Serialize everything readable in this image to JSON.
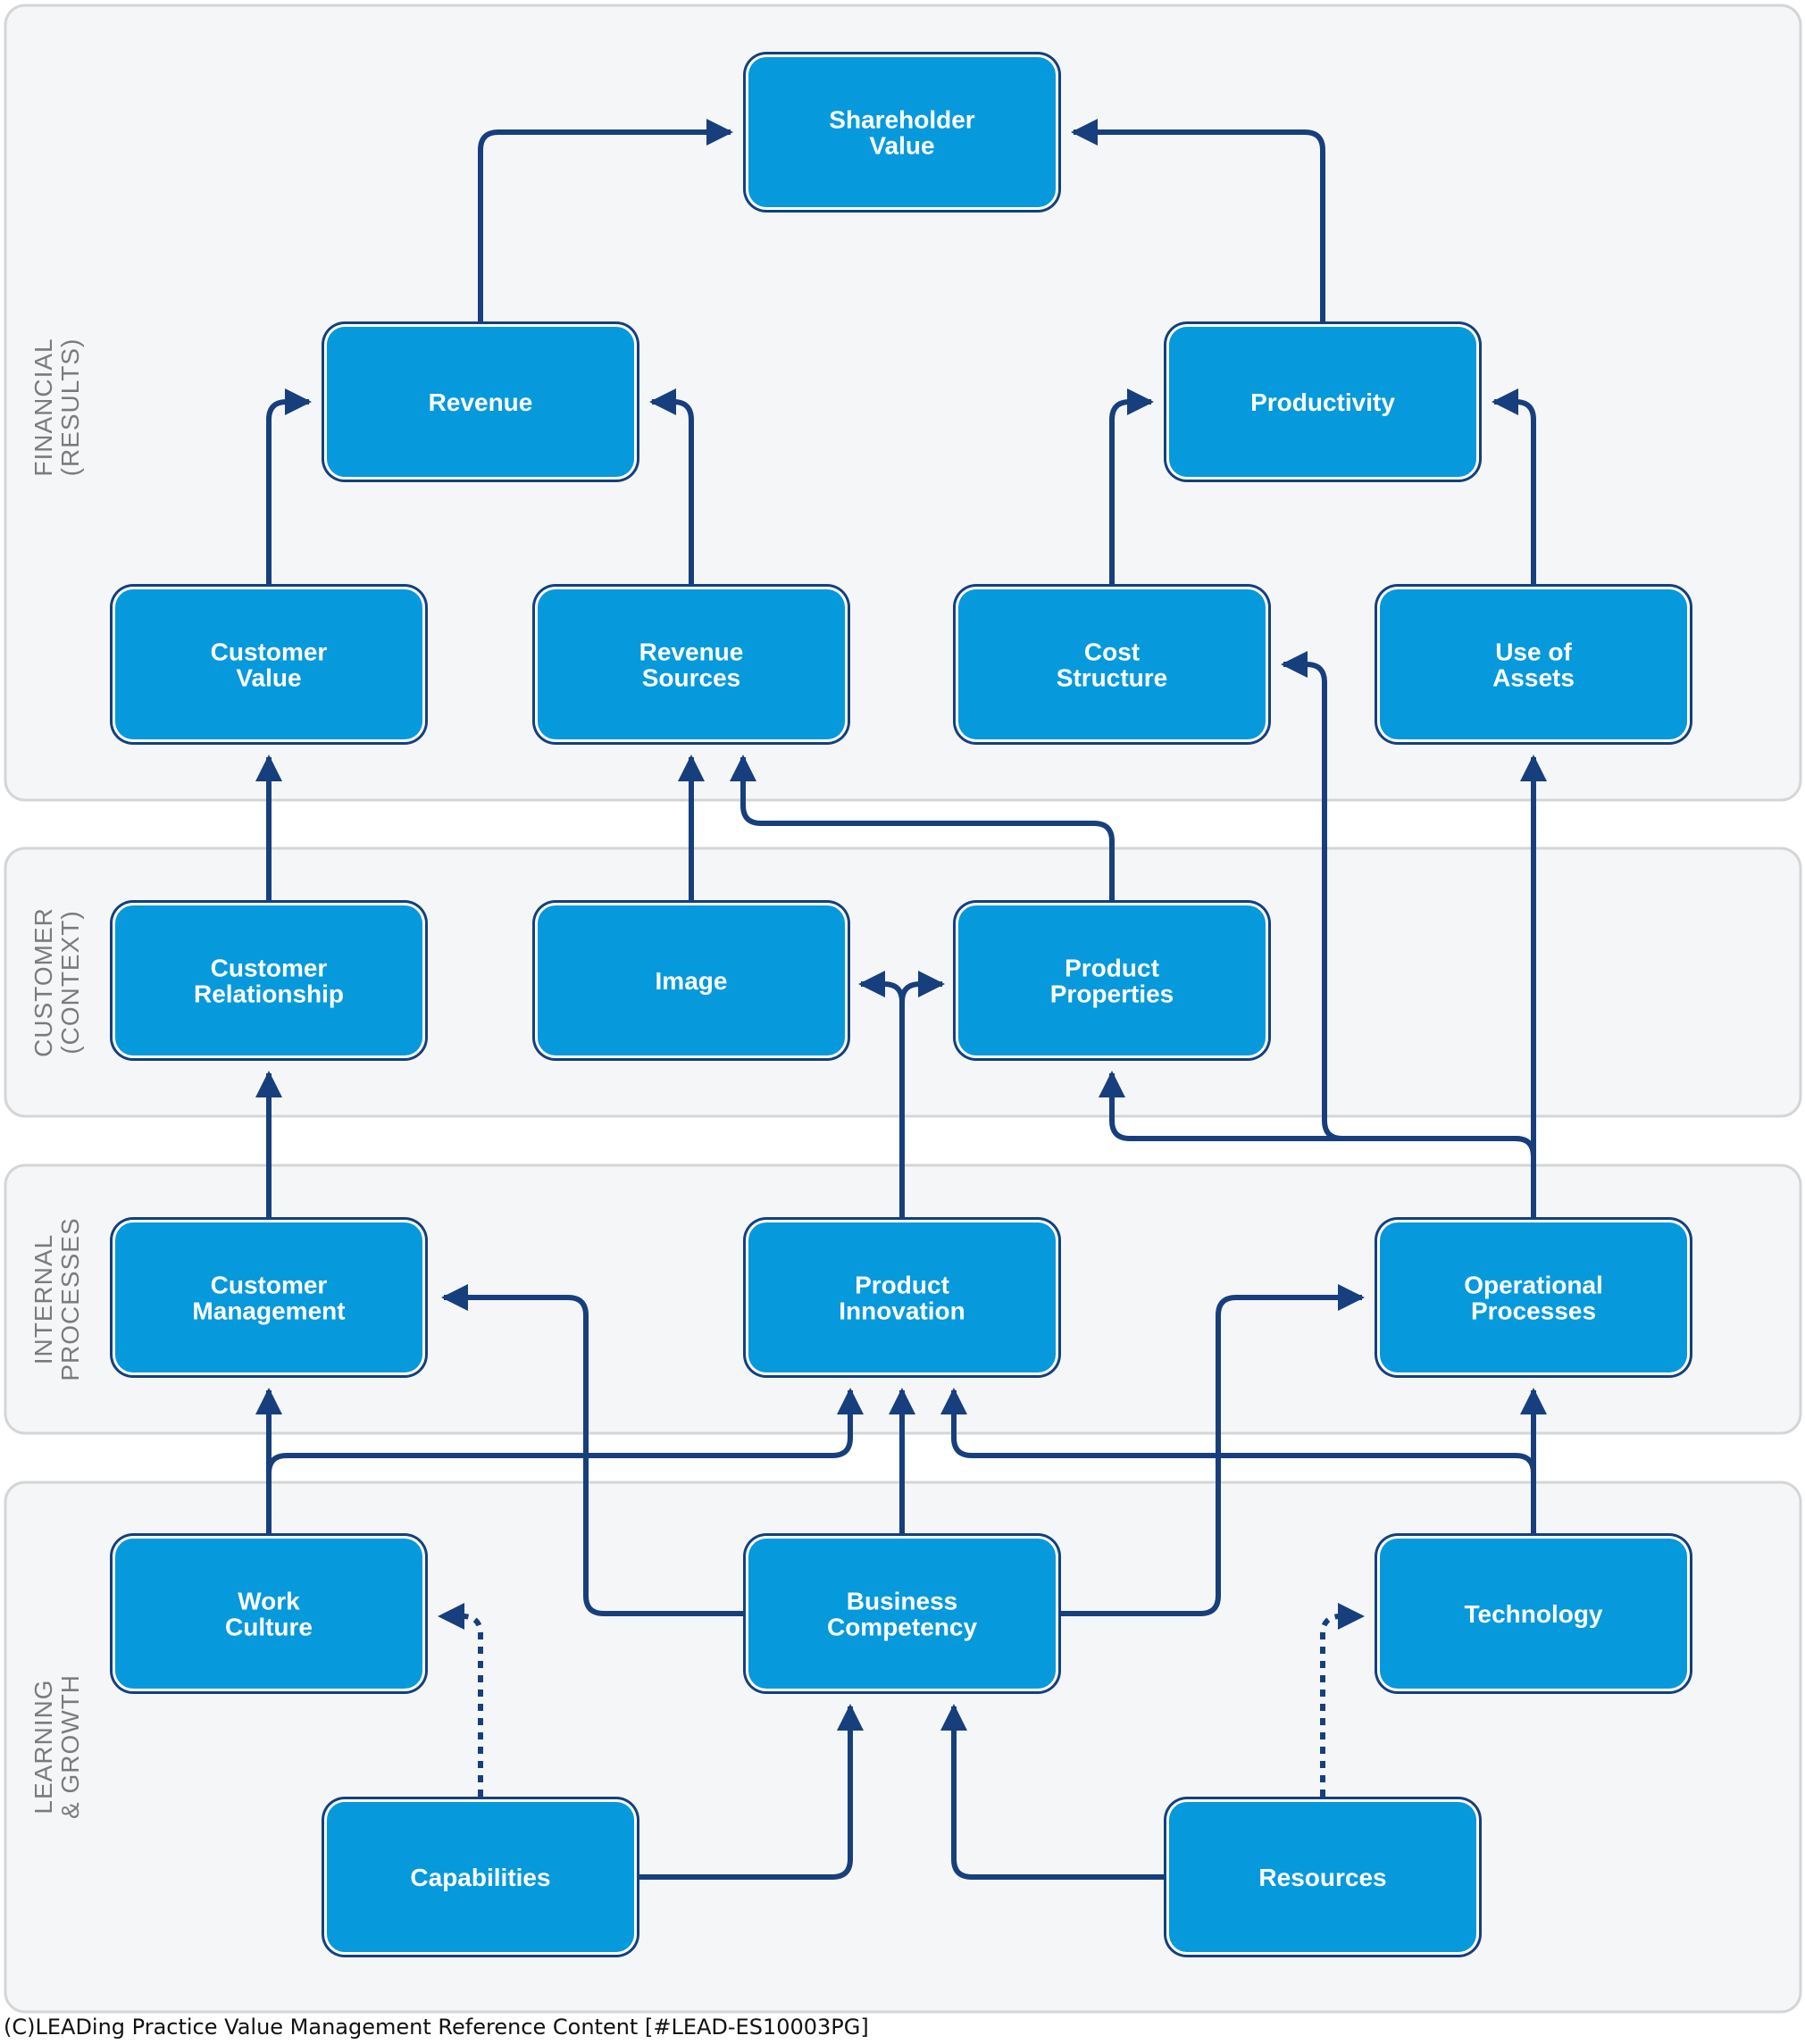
{
  "colors": {
    "box_fill": "#0699dc",
    "box_border": "#153f7d",
    "arrow": "#173f7d",
    "lane_fill": "#f5f6f7",
    "lane_border": "#d3d5d7",
    "lane_label": "#7b7b7b"
  },
  "lanes": [
    {
      "id": "financial",
      "label_line1": "FINANCIAL",
      "label_line2": "(RESULTS)"
    },
    {
      "id": "customer",
      "label_line1": "CUSTOMER",
      "label_line2": "(CONTEXT)"
    },
    {
      "id": "internal",
      "label_line1": "INTERNAL",
      "label_line2": "PROCESSES"
    },
    {
      "id": "learning",
      "label_line1": "LEARNING",
      "label_line2": "& GROWTH"
    }
  ],
  "nodes": {
    "shareholder_value": [
      "Shareholder",
      "Value"
    ],
    "revenue": [
      "Revenue"
    ],
    "productivity": [
      "Productivity"
    ],
    "customer_value": [
      "Customer",
      "Value"
    ],
    "revenue_sources": [
      "Revenue",
      "Sources"
    ],
    "cost_structure": [
      "Cost",
      "Structure"
    ],
    "use_of_assets": [
      "Use of",
      "Assets"
    ],
    "customer_relationship": [
      "Customer",
      "Relationship"
    ],
    "image": [
      "Image"
    ],
    "product_properties": [
      "Product",
      "Properties"
    ],
    "customer_management": [
      "Customer",
      "Management"
    ],
    "product_innovation": [
      "Product",
      "Innovation"
    ],
    "operational_processes": [
      "Operational",
      "Processes"
    ],
    "work_culture": [
      "Work",
      "Culture"
    ],
    "business_competency": [
      "Business",
      "Competency"
    ],
    "technology": [
      "Technology"
    ],
    "capabilities": [
      "Capabilities"
    ],
    "resources": [
      "Resources"
    ]
  },
  "edges": [
    {
      "from": "revenue",
      "to": "shareholder_value",
      "style": "solid"
    },
    {
      "from": "productivity",
      "to": "shareholder_value",
      "style": "solid"
    },
    {
      "from": "customer_value",
      "to": "revenue",
      "style": "solid"
    },
    {
      "from": "revenue_sources",
      "to": "revenue",
      "style": "solid"
    },
    {
      "from": "cost_structure",
      "to": "productivity",
      "style": "solid"
    },
    {
      "from": "use_of_assets",
      "to": "productivity",
      "style": "solid"
    },
    {
      "from": "customer_relationship",
      "to": "customer_value",
      "style": "solid"
    },
    {
      "from": "image",
      "to": "revenue_sources",
      "style": "solid"
    },
    {
      "from": "product_properties",
      "to": "revenue_sources",
      "style": "solid"
    },
    {
      "from": "customer_management",
      "to": "customer_relationship",
      "style": "solid"
    },
    {
      "from": "product_innovation",
      "to": "image",
      "style": "solid"
    },
    {
      "from": "product_innovation",
      "to": "product_properties",
      "style": "solid"
    },
    {
      "from": "operational_processes",
      "to": "use_of_assets",
      "style": "solid"
    },
    {
      "from": "operational_processes",
      "to": "cost_structure",
      "style": "solid"
    },
    {
      "from": "operational_processes",
      "to": "product_properties",
      "style": "solid"
    },
    {
      "from": "work_culture",
      "to": "customer_management",
      "style": "solid"
    },
    {
      "from": "work_culture",
      "to": "product_innovation",
      "style": "solid"
    },
    {
      "from": "business_competency",
      "to": "product_innovation",
      "style": "solid"
    },
    {
      "from": "business_competency",
      "to": "customer_management",
      "style": "solid"
    },
    {
      "from": "business_competency",
      "to": "operational_processes",
      "style": "solid"
    },
    {
      "from": "technology",
      "to": "operational_processes",
      "style": "solid"
    },
    {
      "from": "technology",
      "to": "product_innovation",
      "style": "solid"
    },
    {
      "from": "capabilities",
      "to": "work_culture",
      "style": "dotted"
    },
    {
      "from": "capabilities",
      "to": "business_competency",
      "style": "solid"
    },
    {
      "from": "resources",
      "to": "business_competency",
      "style": "solid"
    },
    {
      "from": "resources",
      "to": "technology",
      "style": "dotted"
    }
  ],
  "footer": "(C)LEADing Practice Value Management Reference Content [#LEAD-ES10003PG]"
}
